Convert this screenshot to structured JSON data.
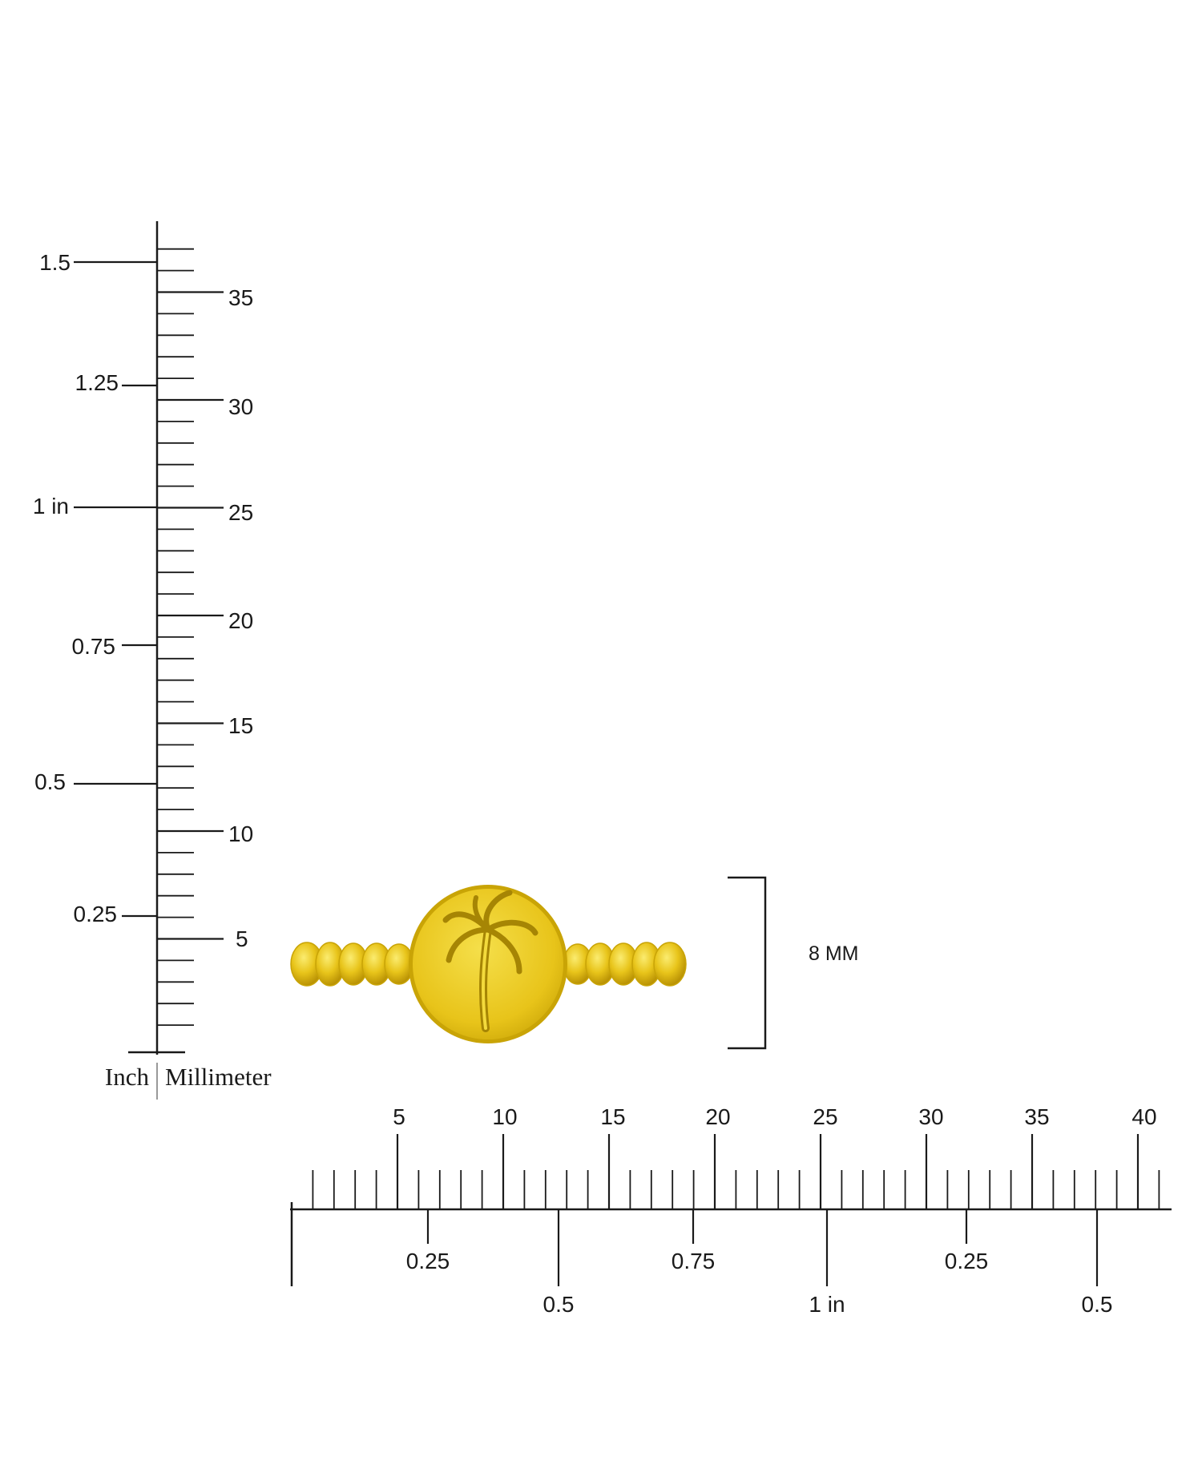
{
  "vertical_ruler": {
    "inch_labels": [
      "1.5",
      "1.25",
      "1 in",
      "0.75",
      "0.5",
      "0.25"
    ],
    "mm_labels": [
      "35",
      "30",
      "25",
      "20",
      "15",
      "10",
      "5"
    ],
    "unit_inch": "Inch",
    "unit_mm": "Millimeter"
  },
  "horizontal_ruler": {
    "mm_labels": [
      "5",
      "10",
      "15",
      "20",
      "25",
      "30",
      "35",
      "40"
    ],
    "inch_labels": [
      "0.25",
      "0.5",
      "0.75",
      "1 in",
      "0.25",
      "0.5"
    ]
  },
  "dimension": {
    "label": "8 MM",
    "value_mm": 8
  },
  "product": {
    "icon": "palm-tree-signet-ring",
    "metal_color": "#e8c41a",
    "shade_color": "#c9a406",
    "highlight_color": "#f7e66a"
  },
  "colors": {
    "ruler_line": "#1a1a1a"
  }
}
